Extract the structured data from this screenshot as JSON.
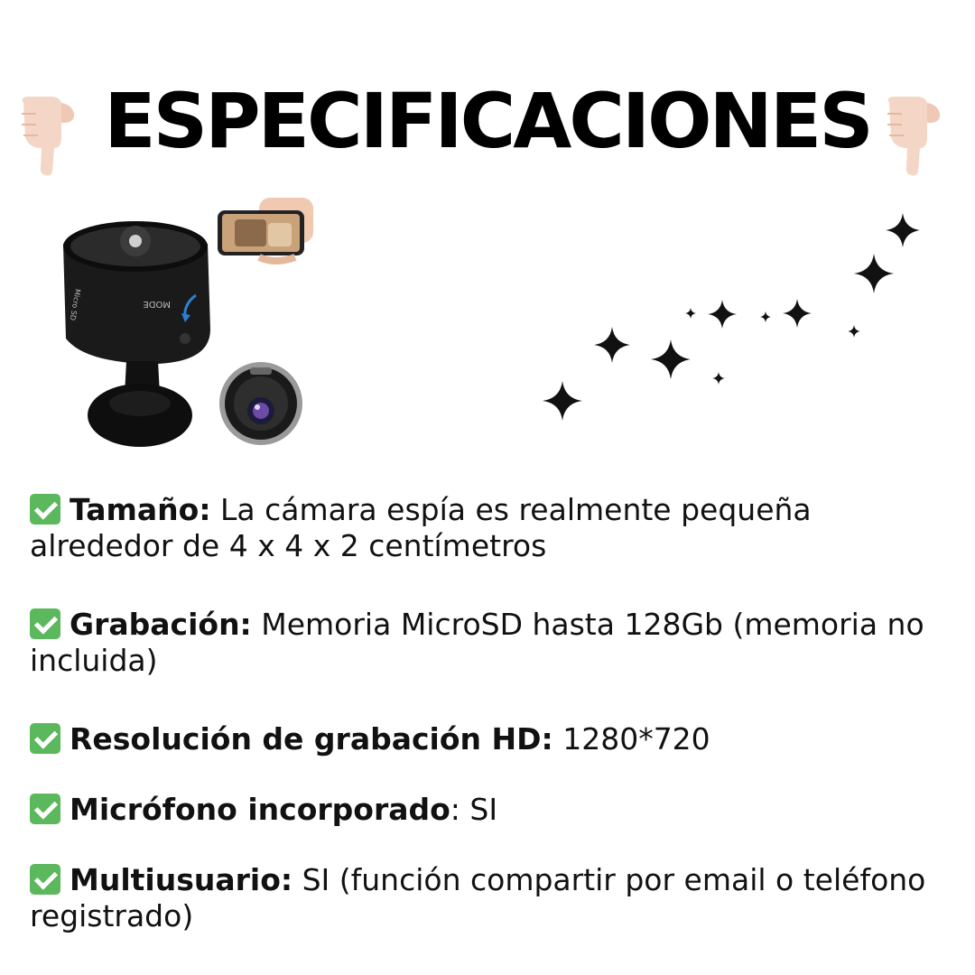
{
  "title": "ESPECIFICACIONES",
  "icons": {
    "left": "pointing-down-hand-icon",
    "right": "pointing-down-hand-icon",
    "check": "check-mark-icon",
    "decor": "sparkles-icon"
  },
  "colors": {
    "check_bg": "#5cb85c",
    "hand_skin": "#f3d6c6"
  },
  "specs": [
    {
      "label": "Tamaño:",
      "value": " La cámara espía es realmente pequeña alrededor de 4 x 4 x 2 centímetros"
    },
    {
      "label": "Grabación:",
      "value": " Memoria MicroSD hasta 128Gb (memoria no incluida)"
    },
    {
      "label": "Resolución de grabación HD:",
      "value": " 1280*720"
    },
    {
      "label": "Micrófono incorporado",
      "value": ": SI"
    },
    {
      "label": "Multiusuario:",
      "value": " SI (función compartir por email o teléfono registrado)"
    }
  ],
  "product_image": {
    "camera_text_1": "MODE",
    "camera_text_2": "Micro SD"
  }
}
